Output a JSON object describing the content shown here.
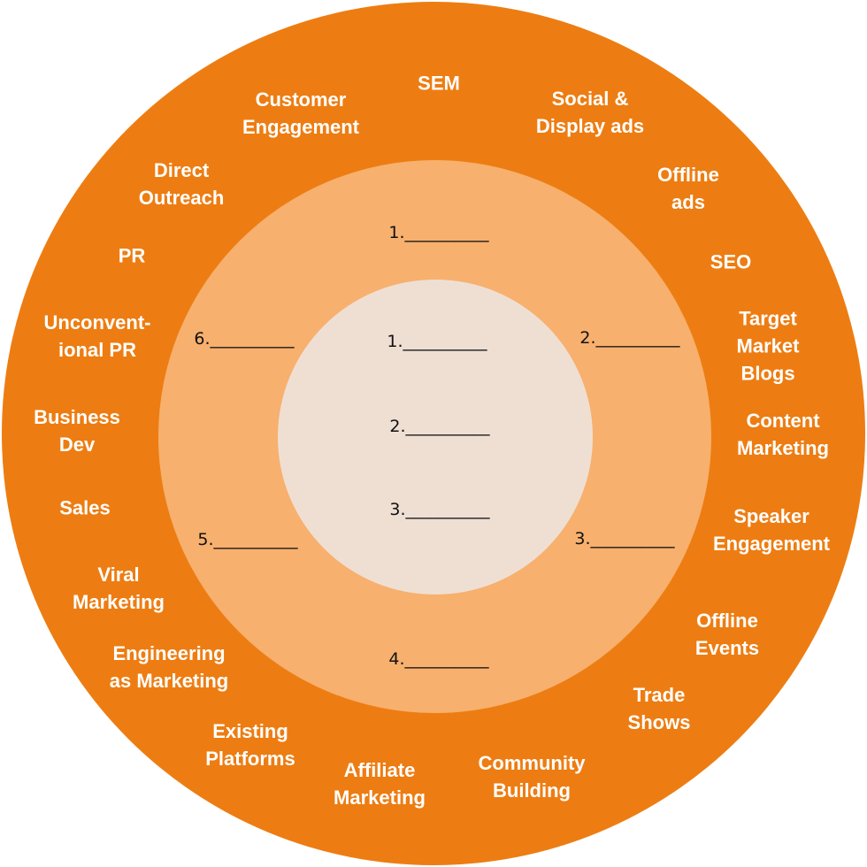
{
  "colors": {
    "outer_ring": "#ed7d12",
    "middle_ring": "#f7b06e",
    "inner_ring": "#efdfd3",
    "channel_text": "#ffffff",
    "blank_text": "#111111"
  },
  "channels": [
    "SEM",
    "Social &\nDisplay ads",
    "Offline\nads",
    "SEO",
    "Target Market\nBlogs",
    "Content\nMarketing",
    "Speaker\nEngagement",
    "Offline\nEvents",
    "Trade\nShows",
    "Community\nBuilding",
    "Affiliate\nMarketing",
    "Existing\nPlatforms",
    "Engineering\nas Marketing",
    "Viral\nMarketing",
    "Sales",
    "Business\nDev",
    "Unconvent-\nional PR",
    "PR",
    "Direct\nOutreach",
    "Customer\nEngagement"
  ],
  "middle_blanks": [
    "1.__________",
    "2.__________",
    "3.__________",
    "4.__________",
    "5.__________",
    "6.__________"
  ],
  "inner_blanks": [
    "1.__________",
    "2.__________",
    "3.__________"
  ]
}
